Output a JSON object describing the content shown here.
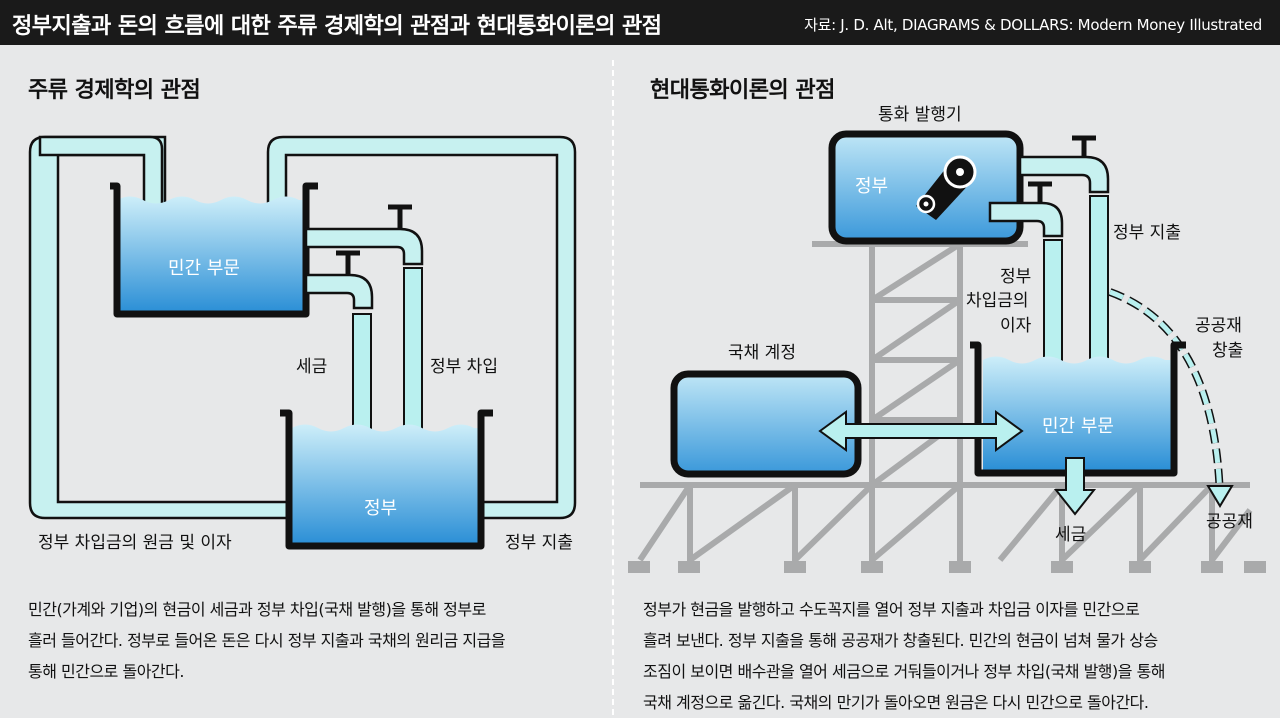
{
  "header": {
    "title": "정부지출과 돈의 흐름에 대한 주류 경제학의 관점과 현대통화이론의 관점",
    "source": "자료: J. D. Alt, DIAGRAMS & DOLLARS: Modern Money Illustrated"
  },
  "left": {
    "title": "주류 경제학의 관점",
    "private_tank": "민간  부문",
    "gov_tank": "정부",
    "tax": "세금",
    "borrowing": "정부 차입",
    "repay": "정부 차입금의 원금 및 이자",
    "spending": "정부 지출",
    "caption": [
      "민간(가계와 기업)의 현금이 세금과 정부 차입(국채 발행)을 통해 정부로",
      "흘러 들어간다. 정부로 들어온 돈은 다시 정부 지출과 국채의 원리금 지급을",
      "통해 민간으로 돌아간다."
    ]
  },
  "right": {
    "title": "현대통화이론의 관점",
    "issuer": "통화 발행기",
    "gov": "정부",
    "spending": "정부 지출",
    "interest": [
      "정부",
      "차입금의",
      "이자"
    ],
    "public_goods": [
      "공공재",
      "창출"
    ],
    "bond_account": "국채 계정",
    "private_tank": "민간 부문",
    "tax": "세금",
    "public_goods_end": "공공재",
    "caption": [
      "정부가 현금을 발행하고 수도꼭지를 열어 정부 지출과 차입금 이자를 민간으로",
      "흘려 보낸다. 정부 지출을 통해 공공재가 창출된다. 민간의 현금이 넘쳐 물가 상승",
      "조짐이 보이면 배수관을 열어 세금으로 거둬들이거나 정부 차입(국채 발행)을 통해",
      "국채 계정으로 옮긴다. 국채의 만기가 돌아오면 원금은 다시 민간으로 돌아간다."
    ]
  },
  "colors": {
    "water_top": "#cdeef9",
    "water_bottom": "#2b8fd6",
    "pipe": "#c7f1f0",
    "scaffold": "#a9aaab"
  }
}
